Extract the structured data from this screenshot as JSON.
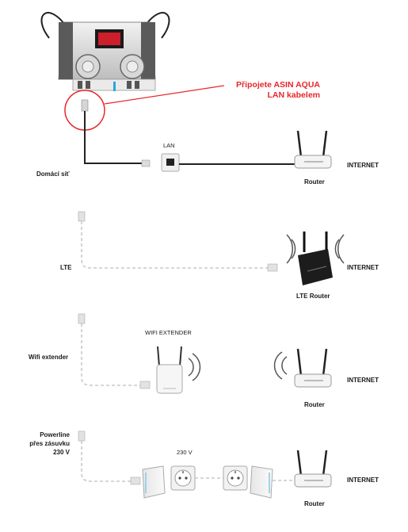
{
  "colors": {
    "accent_red": "#e8262a",
    "cable_dark": "#222222",
    "cable_dashed": "#bdbdbd",
    "device_white": "#f4f4f4",
    "device_dark": "#1c1c1c"
  },
  "callout": {
    "line1": "Připojete ASIN AQUA",
    "line2": "LAN kabelem"
  },
  "rows": [
    {
      "left_label": "Domácí síť",
      "top_label": "LAN",
      "device_label": "Router",
      "right_label": "INTERNET"
    },
    {
      "left_label": "LTE",
      "device_label": "LTE Router",
      "right_label": "INTERNET"
    },
    {
      "left_label": "Wifi extender",
      "top_label": "WIFI EXTENDER",
      "device_label": "Router",
      "right_label": "INTERNET"
    },
    {
      "left_label_lines": [
        "Powerline",
        "přes zásuvku",
        "230 V"
      ],
      "top_label": "230 V",
      "device_label": "Router",
      "right_label": "INTERNET"
    }
  ]
}
